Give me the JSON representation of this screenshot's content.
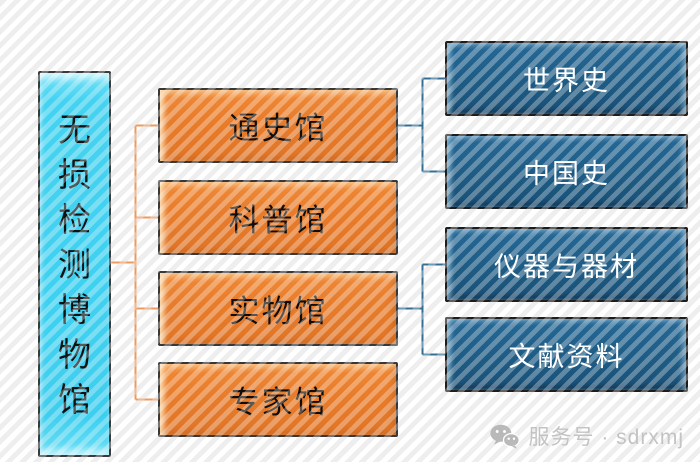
{
  "diagram": {
    "root": {
      "label": "无损检测博物馆"
    },
    "branches": [
      {
        "label": "通史馆",
        "children": [
          {
            "label": "世界史"
          },
          {
            "label": "中国史"
          }
        ]
      },
      {
        "label": "科普馆",
        "children": []
      },
      {
        "label": "实物馆",
        "children": [
          {
            "label": "仪器与器材"
          },
          {
            "label": "文献资料"
          }
        ]
      },
      {
        "label": "专家馆",
        "children": []
      }
    ],
    "colors": {
      "root_fill": "#3ECFEF",
      "level1_fill": "#E77C2B",
      "level2_fill": "#1F5D86",
      "level1_connector": "#EE9A5D",
      "level2_connector": "#346E94",
      "level1_text": "#0D0D0D",
      "level2_text": "#FFFFFF",
      "watermark_text_color": "#C3C3C3"
    }
  },
  "watermark": {
    "icon": "wechat-icon",
    "text": "服务号 · sdrxmj"
  }
}
